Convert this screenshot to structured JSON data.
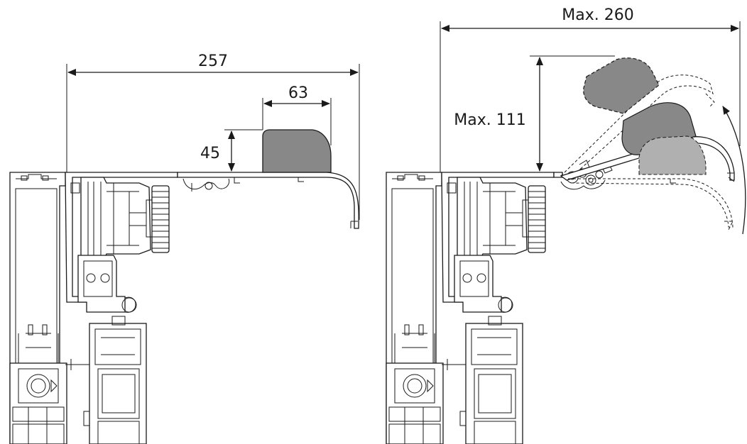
{
  "dimensions": {
    "left_width": "257",
    "left_housing_width": "63",
    "left_housing_height": "45",
    "right_width": "Max. 260",
    "right_height": "Max. 111"
  },
  "colors": {
    "line": "#1a1a1a",
    "housing": "#888888",
    "housing_light": "#b0b0b0",
    "background": "#ffffff"
  }
}
